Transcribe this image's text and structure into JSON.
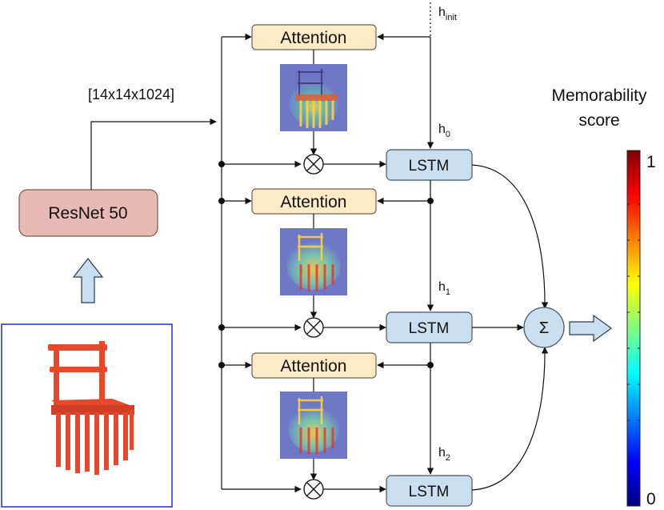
{
  "diagram": {
    "input_shape": "[14x14x1024]",
    "resnet": {
      "label": "ResNet 50",
      "color": "#e7b9b3",
      "border": "#7a5a55"
    },
    "attention": {
      "label": "Attention",
      "color": "#fdebc7",
      "border": "#6b6350"
    },
    "lstm": {
      "label": "LSTM",
      "color": "#c9dff0",
      "border": "#44586a"
    },
    "hidden_states": {
      "h": "h",
      "init": "init",
      "h0_sub": "0",
      "h1_sub": "1",
      "h2_sub": "2"
    },
    "sum": {
      "symbol": "Σ",
      "color": "#c9dff0"
    },
    "product_symbol": "⊗",
    "colorbar": {
      "title_line1": "Memorability",
      "title_line2": "score",
      "max_label": "1",
      "min_label": "0"
    },
    "colors": {
      "input_frame": "#1f2fd0",
      "chair": "#e5482a",
      "up_arrow": "#c9dff0"
    }
  }
}
